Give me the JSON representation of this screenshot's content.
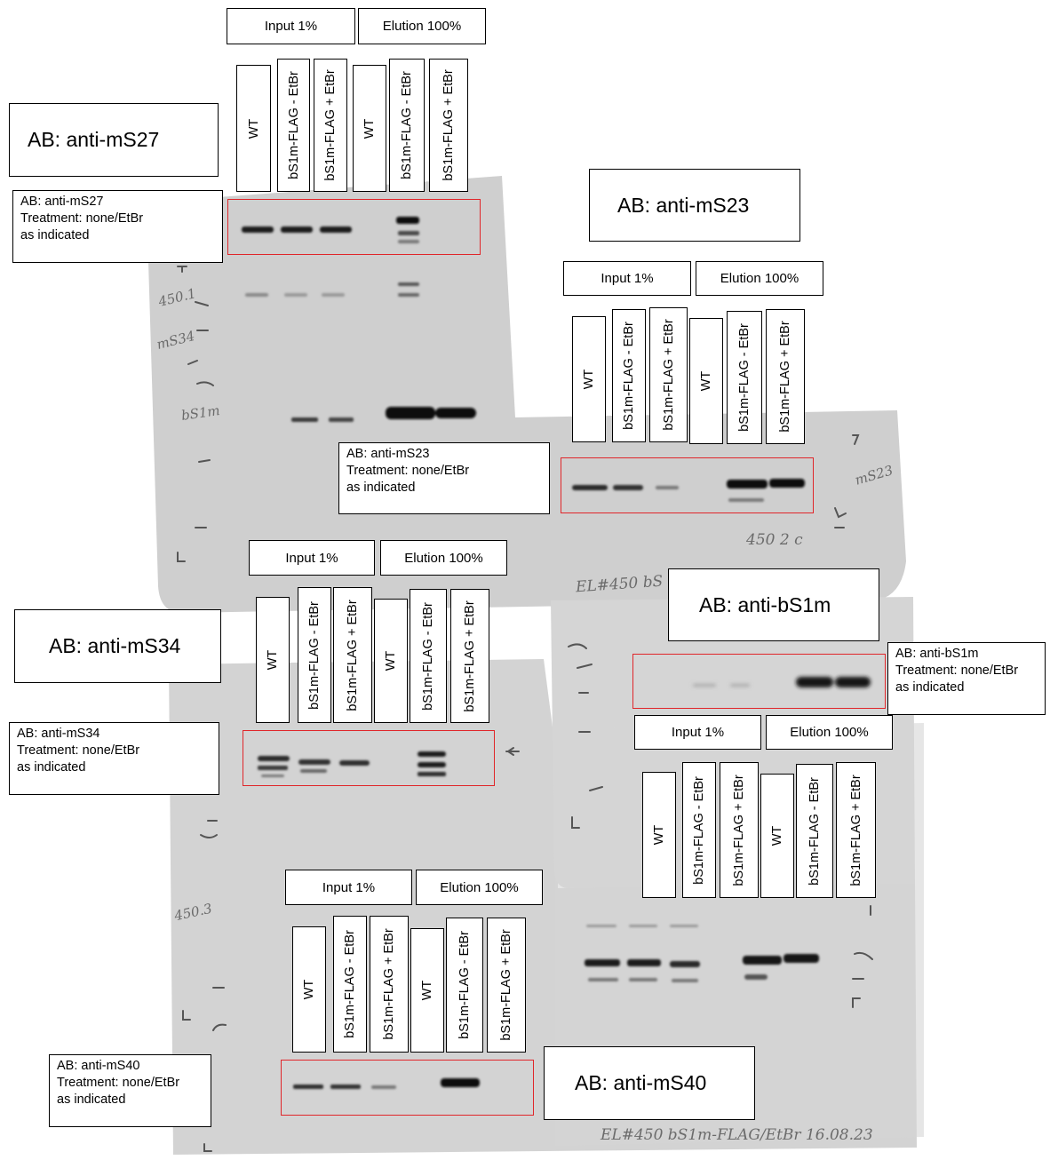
{
  "lanes": [
    "WT",
    "bS1m-FLAG - EtBr",
    "bS1m-FLAG + EtBr",
    "WT",
    "bS1m-FLAG - EtBr",
    "bS1m-FLAG + EtBr"
  ],
  "panels": [
    {
      "id": "ms27",
      "title": "AB: anti-mS27",
      "input_label": "Input 1%",
      "elution_label": "Elution 100%",
      "info": {
        "antibody": "AB: anti-mS27",
        "treatment": "Treatment: none/EtBr",
        "indicated": "as indicated"
      }
    },
    {
      "id": "ms23",
      "title": "AB: anti-mS23",
      "input_label": "Input 1%",
      "elution_label": "Elution 100%",
      "info": {
        "antibody": "AB: anti-mS23",
        "treatment": "Treatment: none/EtBr",
        "indicated": "as indicated"
      }
    },
    {
      "id": "ms34",
      "title": "AB: anti-mS34",
      "input_label": "Input 1%",
      "elution_label": "Elution 100%",
      "info": {
        "antibody": "AB: anti-mS34",
        "treatment": "Treatment: none/EtBr",
        "indicated": "as indicated"
      }
    },
    {
      "id": "bs1m",
      "title": "AB: anti-bS1m",
      "input_label": "Input 1%",
      "elution_label": "Elution 100%",
      "info": {
        "antibody": "AB: anti-bS1m",
        "treatment": "Treatment: none/EtBr",
        "indicated": "as indicated"
      }
    },
    {
      "id": "ms40",
      "title": "AB: anti-mS40",
      "input_label": "Input 1%",
      "elution_label": "Elution 100%",
      "info": {
        "antibody": "AB: anti-mS40",
        "treatment": "Treatment: none/EtBr",
        "indicated": "as indicated"
      }
    }
  ],
  "handwriting": {
    "ms23_band": "mS23",
    "membrane1_sample": "450 2 c",
    "membrane1_label": "EL#450 bS",
    "membrane2_label": "EL#450   bS1m-FLAG/EtBr   16.08.23",
    "bs1m_side": "bS1m",
    "ms34_side": "mS34",
    "side_450": "450.1",
    "side_4503": "450.3"
  },
  "colors": {
    "membrane": "#cfcfcf",
    "band": "#161616",
    "red_box": "#e0262a"
  }
}
